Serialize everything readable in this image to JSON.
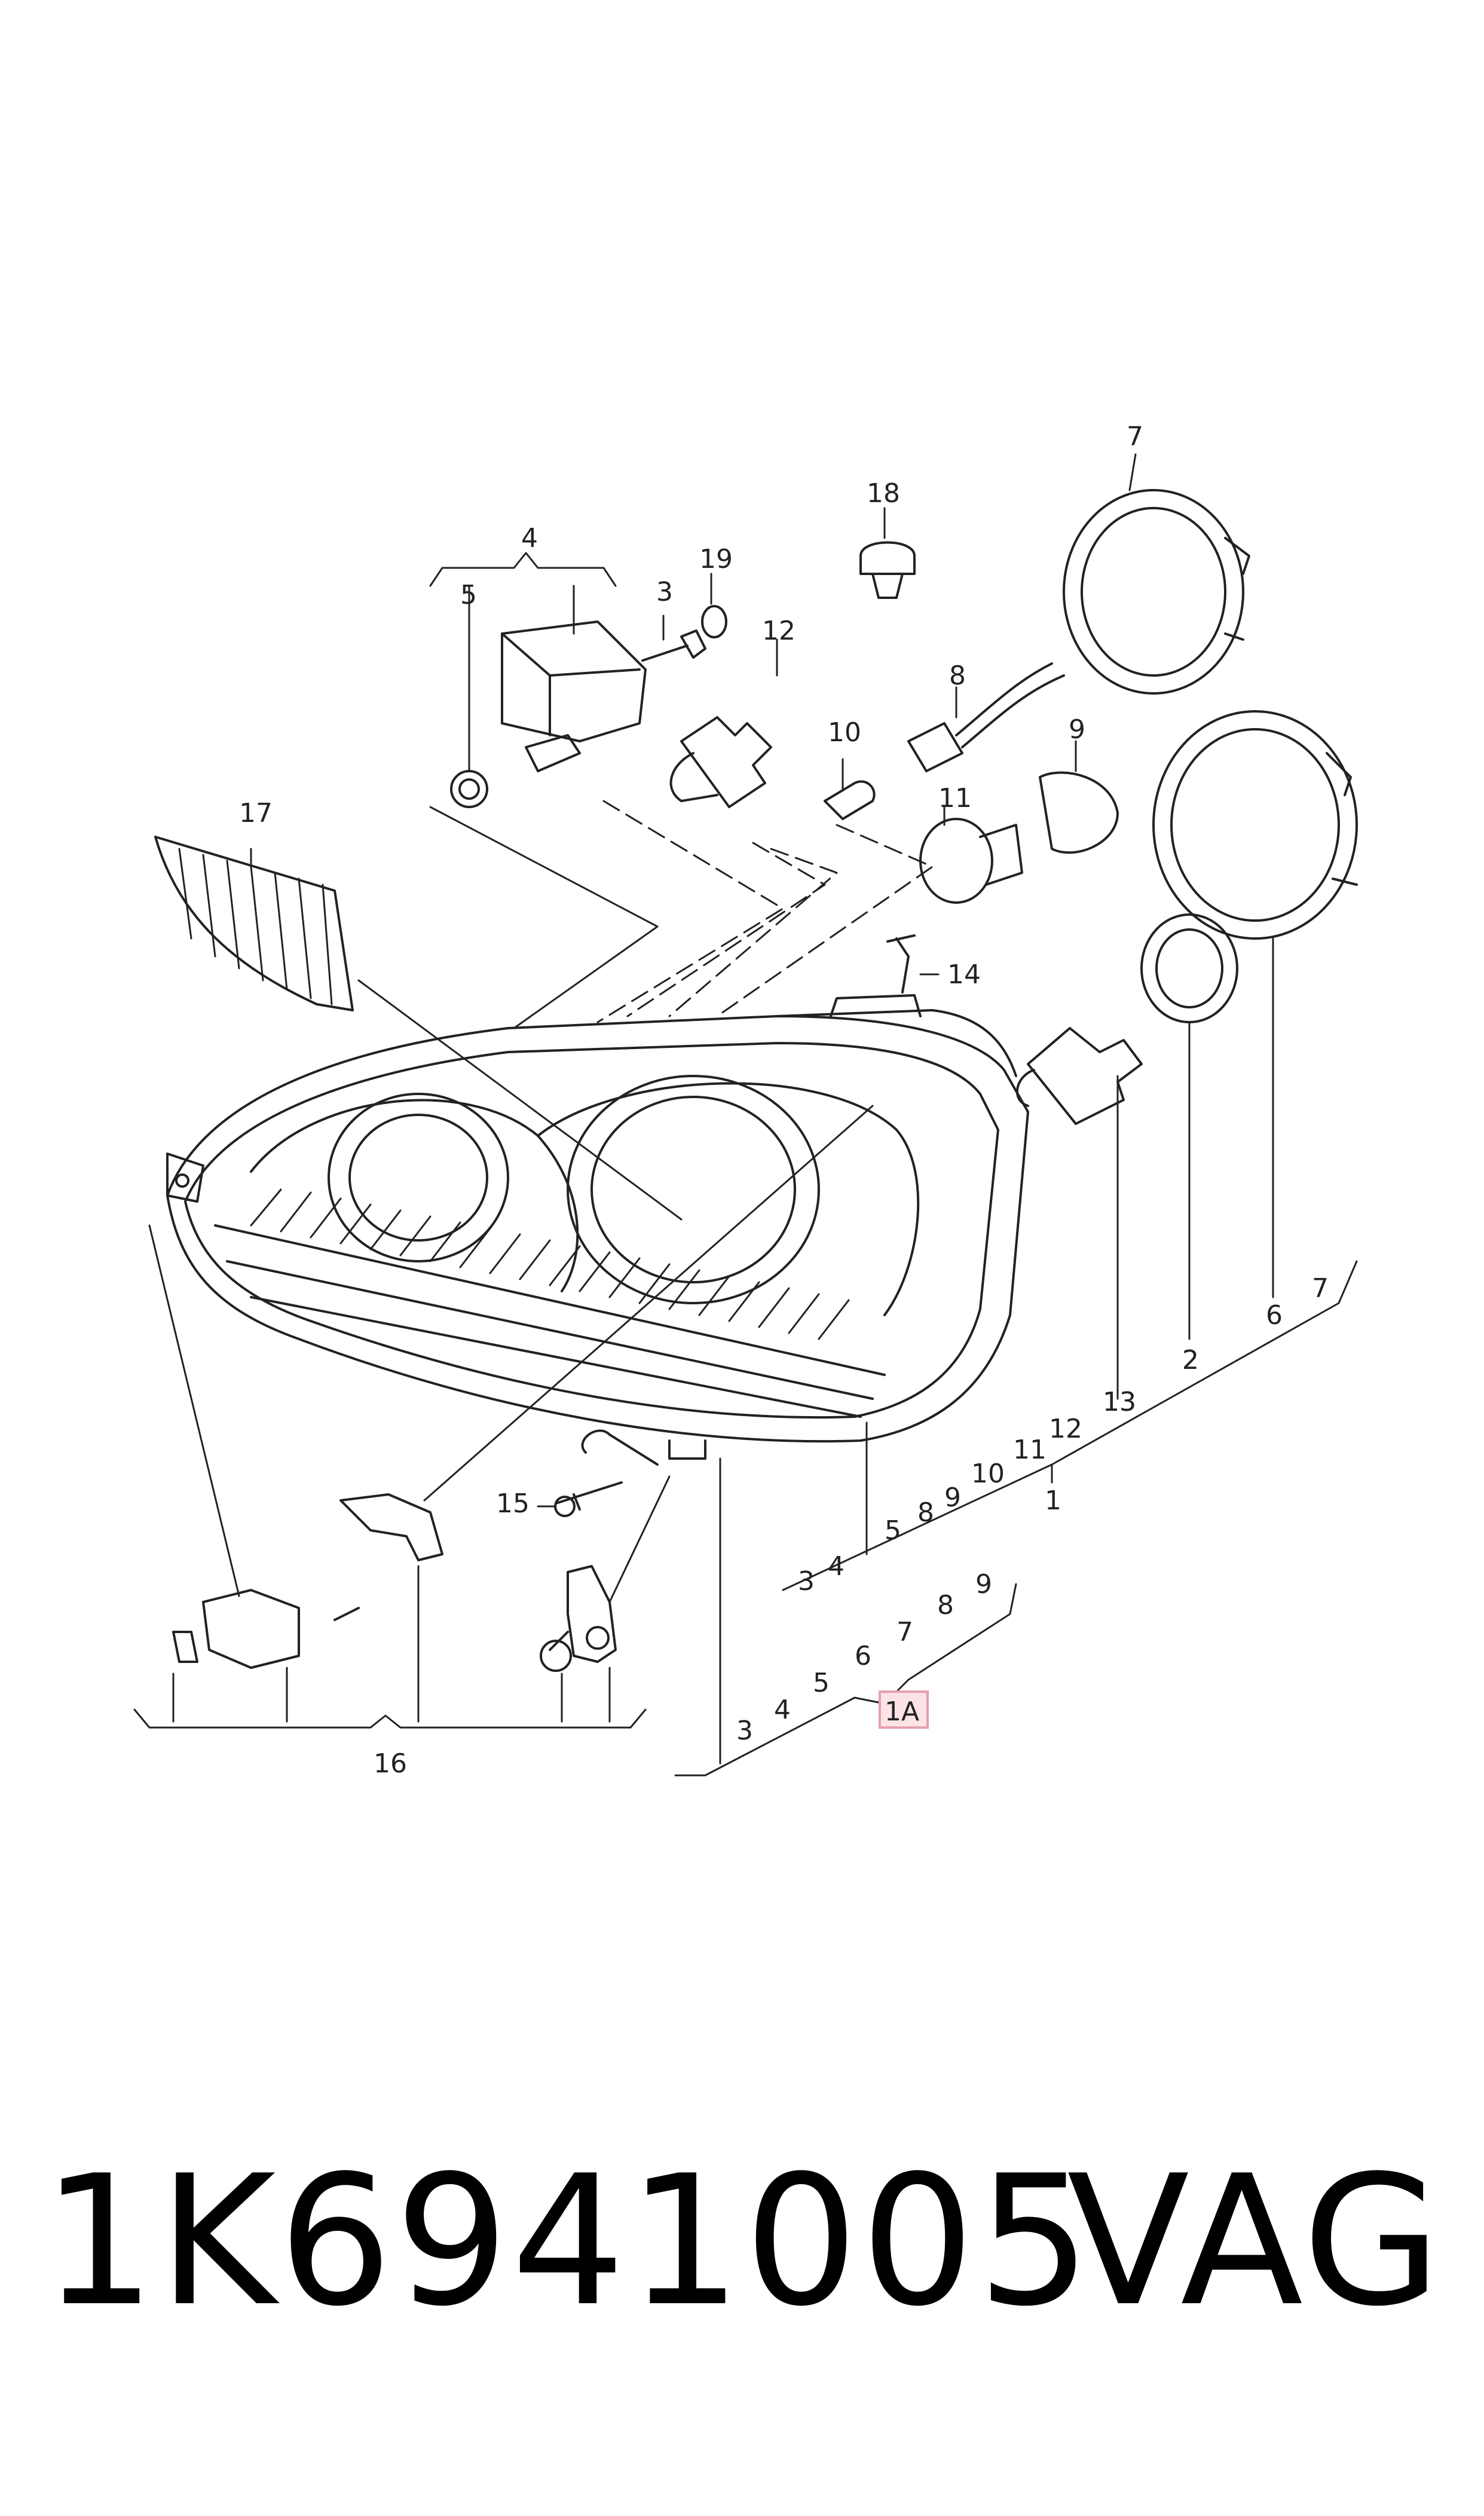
{
  "diagram": {
    "callouts": {
      "n1": "1",
      "n1a": "1A",
      "n2": "2",
      "n3": "3",
      "n4": "4",
      "n5": "5",
      "n6": "6",
      "n7": "7",
      "n8": "8",
      "n9": "9",
      "n10": "10",
      "n11": "11",
      "n12": "12",
      "n13": "13",
      "n14": "14",
      "n15": "15",
      "n16": "16",
      "n17": "17",
      "n18": "18",
      "n19": "19"
    },
    "bracket_1_items": [
      "3",
      "4",
      "5",
      "8",
      "9",
      "10",
      "11",
      "12",
      "13",
      "2",
      "6",
      "7"
    ],
    "bracket_1a_items": [
      "3",
      "4",
      "5",
      "6",
      "7",
      "8",
      "9"
    ]
  },
  "footer": {
    "part_number": "1K6941005",
    "brand": "VAG"
  }
}
